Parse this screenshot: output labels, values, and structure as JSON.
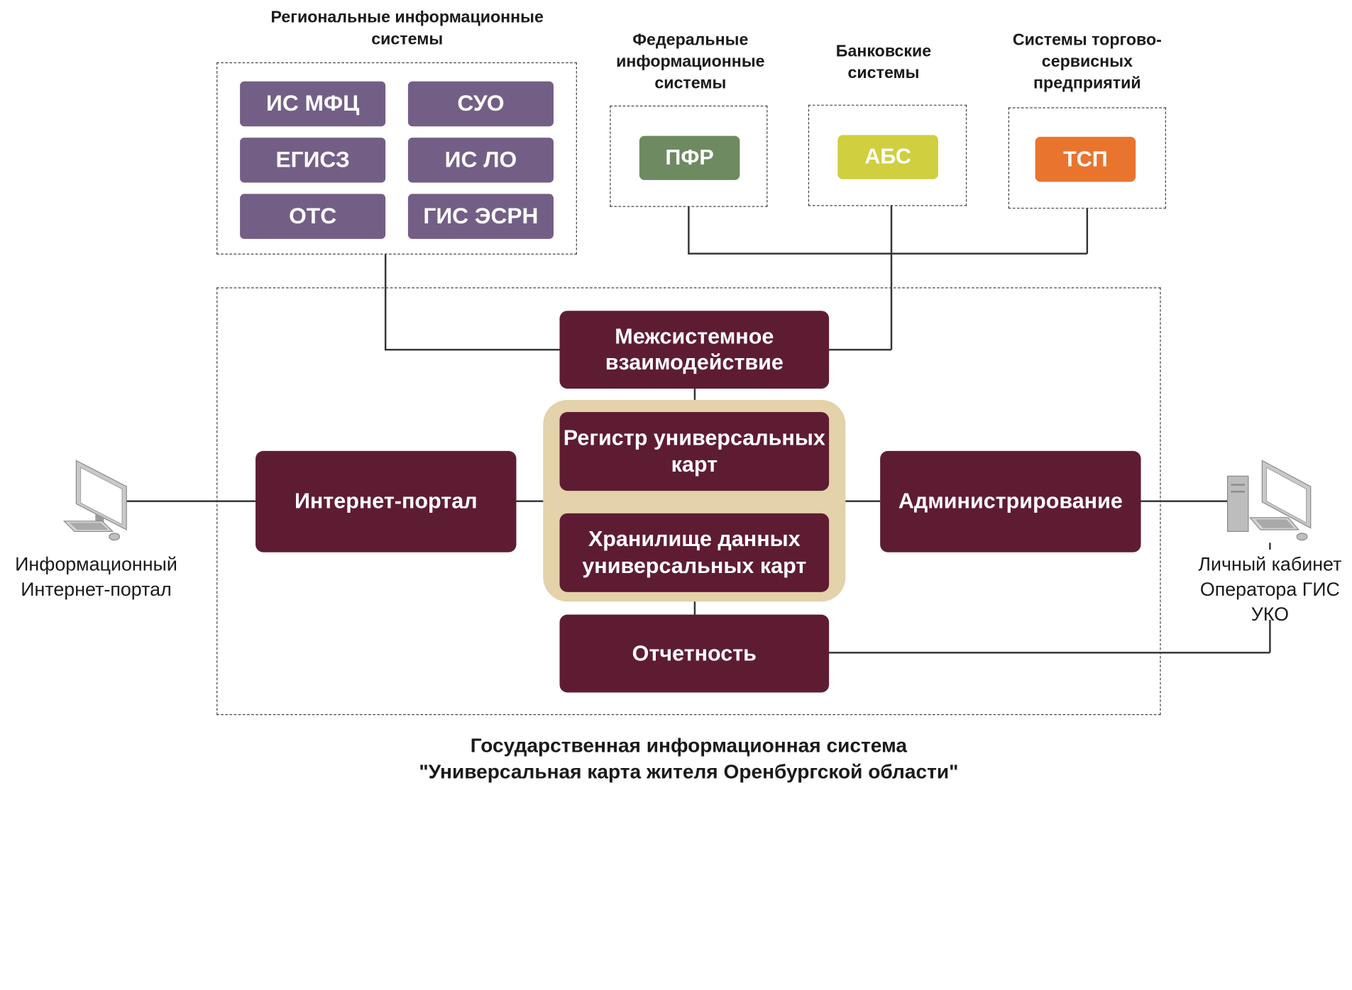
{
  "diagram": {
    "regional": {
      "title": "Региональные информационные системы",
      "items": [
        "ИС МФЦ",
        "СУО",
        "ЕГИСЗ",
        "ИС ЛО",
        "ОТС",
        "ГИС ЭСРН"
      ]
    },
    "federal": {
      "title": "Федеральные информационные системы",
      "item": "ПФР"
    },
    "banking": {
      "title": "Банковские системы",
      "item": "АБС"
    },
    "trade": {
      "title": "Системы торгово-сервисных предприятий",
      "item": "ТСП"
    },
    "core": {
      "intersystem": "Межсистемное взаимодействие",
      "registry": "Регистр универсальных карт",
      "storage": "Хранилище данных универсальных карт",
      "reporting": "Отчетность",
      "portal": "Интернет-портал",
      "admin": "Администрирование"
    },
    "left_client": "Информационный Интернет-портал",
    "right_client": "Личный кабинет Оператора ГИС УКО",
    "caption_line1": "Государственная информационная система",
    "caption_line2": "\"Универсальная карта жителя Оренбургской области\""
  },
  "colors": {
    "regional_purple": "#735f86",
    "federal_green": "#6e8a60",
    "banking_yellow": "#cfcf3f",
    "trade_orange": "#e9742e",
    "core_maroon": "#5e1c33",
    "storage_beige": "#e3d2aa"
  },
  "icons": {
    "left": "desktop-computer-icon",
    "right": "desktop-computer-icon"
  }
}
